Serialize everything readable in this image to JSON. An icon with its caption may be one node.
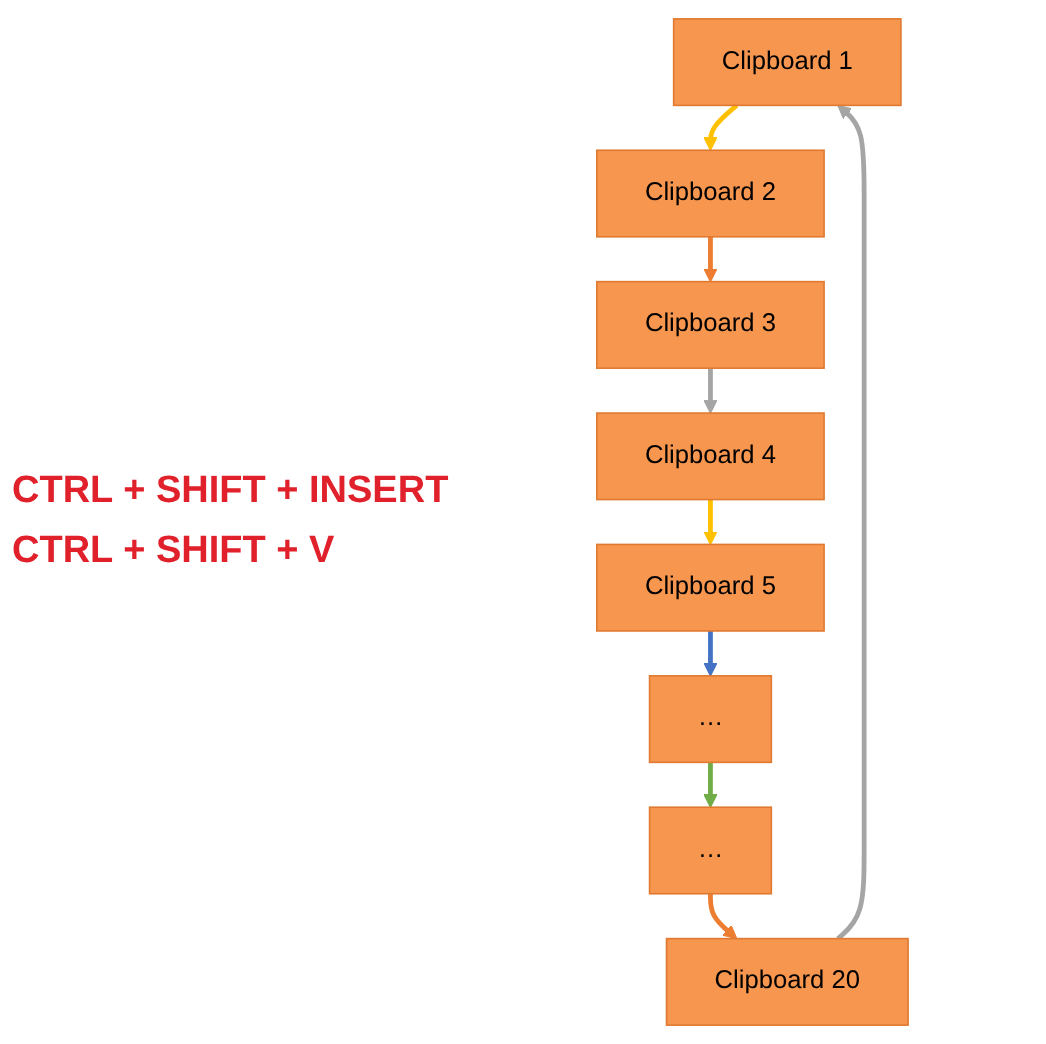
{
  "diagram": {
    "nodes": [
      {
        "text": [
          "Clipboard 1"
        ]
      },
      {
        "text": [
          "Clipboard 2"
        ]
      },
      {
        "text": [
          "Clipboard 3"
        ]
      },
      {
        "text": [
          "Clipboard 4"
        ]
      },
      {
        "text": [
          "Clipboard 5"
        ]
      },
      {
        "text": [
          "…"
        ]
      },
      {
        "text": [
          "…"
        ]
      },
      {
        "text": [
          "Clipboard 20"
        ]
      }
    ],
    "edges": [
      {
        "from": 0,
        "to": 1,
        "arrow": "to",
        "color": "#ffc000"
      },
      {
        "from": 1,
        "to": 2,
        "arrow": "to",
        "color": "#ed7d31"
      },
      {
        "from": 2,
        "to": 3,
        "arrow": "to",
        "color": "#a5a5a5"
      },
      {
        "from": 3,
        "to": 4,
        "arrow": "to",
        "color": "#ffc000"
      },
      {
        "from": 4,
        "to": 5,
        "arrow": "to",
        "color": "#4472c4"
      },
      {
        "from": 5,
        "to": 6,
        "arrow": "to",
        "color": "#70ad47"
      },
      {
        "from": 6,
        "to": 7,
        "arrow": "to",
        "color": "#ed7d31"
      },
      {
        "from": 7,
        "to": 0,
        "arrow": "to",
        "color": "#a5a5a5"
      }
    ],
    "labels": [
      "CTRL + SHIFT + INSERT",
      "CTRL + SHIFT + V"
    ]
  }
}
